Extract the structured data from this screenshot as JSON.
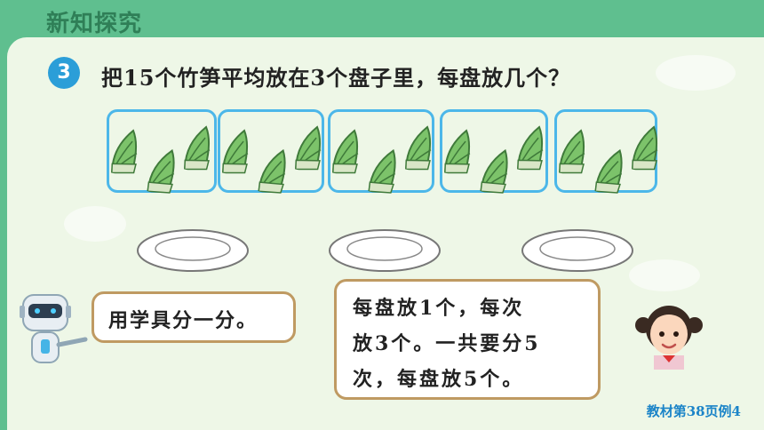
{
  "header": {
    "title": "新知探究"
  },
  "question": {
    "number": "3",
    "text": "把15个竹笋平均放在3个盘子里，每盘放几个？"
  },
  "groups": [
    {
      "label": "group-1",
      "count": 3
    },
    {
      "label": "group-2",
      "count": 3
    },
    {
      "label": "group-3",
      "count": 3
    },
    {
      "label": "group-4",
      "count": 3
    },
    {
      "label": "group-5",
      "count": 3
    }
  ],
  "plates": 3,
  "robot": {
    "speech": "用学具分一分。"
  },
  "girl": {
    "speech_lines": [
      "每盘放1个，每次",
      "放3个。一共要分5",
      "次，每盘放5个。"
    ]
  },
  "footer": {
    "source": "教材第38页例4"
  },
  "colors": {
    "background": "#5fbf8f",
    "panel": "#eef7e7",
    "box_border": "#4cb7e9",
    "badge": "#2b9ed8",
    "bubble_border": "#bf9a62"
  }
}
